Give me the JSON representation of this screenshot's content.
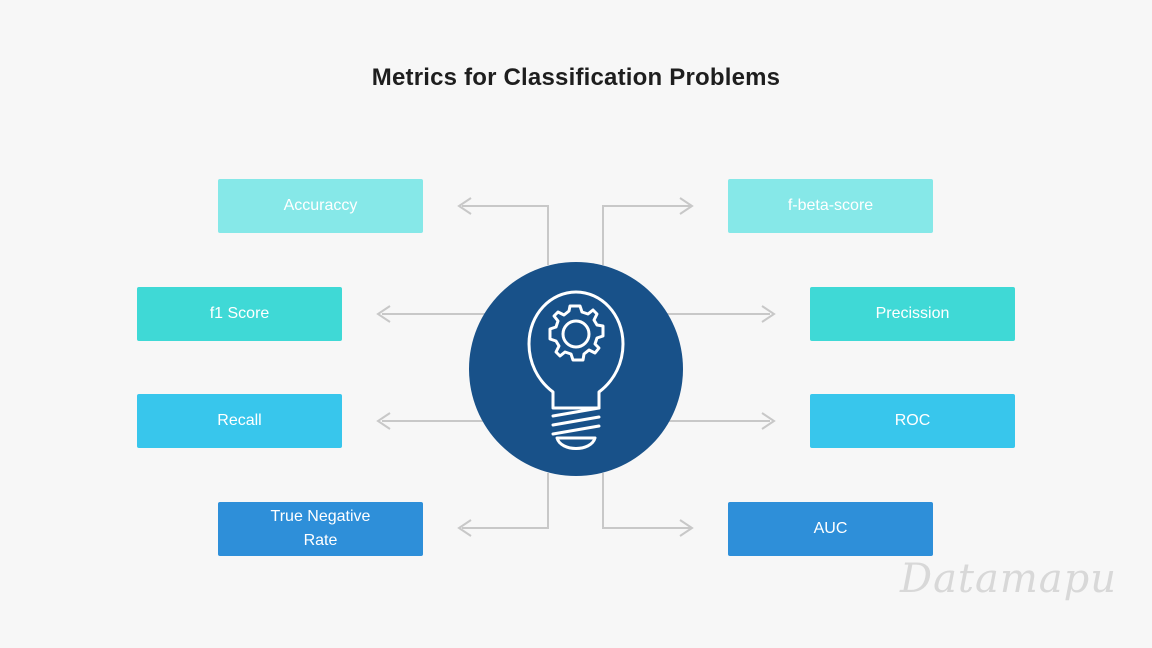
{
  "title": "Metrics for Classification Problems",
  "watermark": "Datamapu",
  "center_icon": "lightbulb-gear-icon",
  "left_metrics": [
    "Accuraccy",
    "f1 Score",
    "Recall",
    "True Negative Rate"
  ],
  "right_metrics": [
    "f-beta-score",
    "Precission",
    "ROC",
    "AUC"
  ],
  "colors": {
    "row1": "#86e8e8",
    "row2": "#3fd9d6",
    "row3": "#38c6ec",
    "row4": "#2e8fd9",
    "center": "#185189",
    "connector": "#c8c8c8"
  }
}
